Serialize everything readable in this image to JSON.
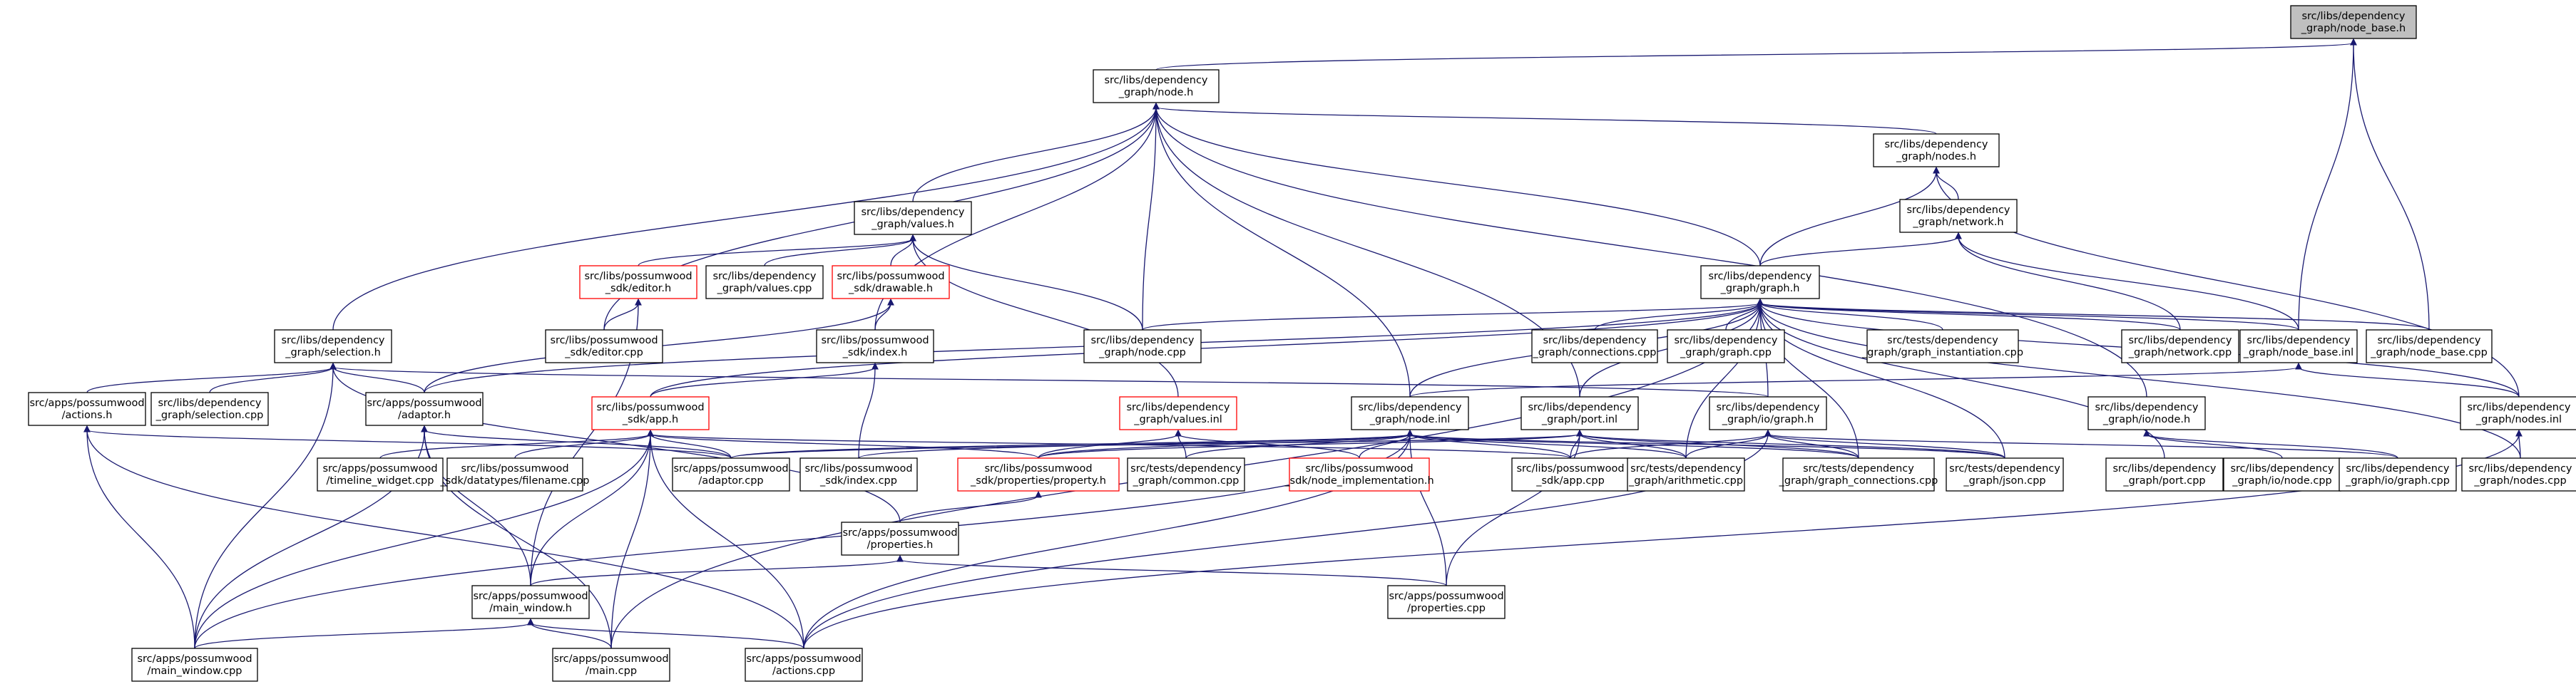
{
  "diagram": {
    "type": "include-dependency-graph",
    "nodes": [
      {
        "id": "node_base_h",
        "lines": [
          "src/libs/dependency",
          "_graph/node_base.h"
        ],
        "root": true
      },
      {
        "id": "node_h",
        "lines": [
          "src/libs/dependency",
          "_graph/node.h"
        ]
      },
      {
        "id": "nodes_h",
        "lines": [
          "src/libs/dependency",
          "_graph/nodes.h"
        ]
      },
      {
        "id": "network_h",
        "lines": [
          "src/libs/dependency",
          "_graph/network.h"
        ]
      },
      {
        "id": "values_h",
        "lines": [
          "src/libs/dependency",
          "_graph/values.h"
        ]
      },
      {
        "id": "graph_h",
        "lines": [
          "src/libs/dependency",
          "_graph/graph.h"
        ]
      },
      {
        "id": "sdk_editor_h",
        "lines": [
          "src/libs/possumwood",
          "_sdk/editor.h"
        ],
        "truncated": true
      },
      {
        "id": "values_cpp",
        "lines": [
          "src/libs/dependency",
          "_graph/values.cpp"
        ]
      },
      {
        "id": "sdk_drawable_h",
        "lines": [
          "src/libs/possumwood",
          "_sdk/drawable.h"
        ],
        "truncated": true
      },
      {
        "id": "selection_h",
        "lines": [
          "src/libs/dependency",
          "_graph/selection.h"
        ]
      },
      {
        "id": "sdk_editor_cpp",
        "lines": [
          "src/libs/possumwood",
          "_sdk/editor.cpp"
        ]
      },
      {
        "id": "sdk_index_h",
        "lines": [
          "src/libs/possumwood",
          "_sdk/index.h"
        ]
      },
      {
        "id": "node_cpp",
        "lines": [
          "src/libs/dependency",
          "_graph/node.cpp"
        ]
      },
      {
        "id": "connections_cpp",
        "lines": [
          "src/libs/dependency",
          "_graph/connections.cpp"
        ]
      },
      {
        "id": "graph_cpp",
        "lines": [
          "src/libs/dependency",
          "_graph/graph.cpp"
        ]
      },
      {
        "id": "graph_instantiation_cpp",
        "lines": [
          "src/tests/dependency",
          "_graph/graph_instantiation.cpp"
        ]
      },
      {
        "id": "network_cpp",
        "lines": [
          "src/libs/dependency",
          "_graph/network.cpp"
        ]
      },
      {
        "id": "node_base_inl",
        "lines": [
          "src/libs/dependency",
          "_graph/node_base.inl"
        ]
      },
      {
        "id": "node_base_cpp",
        "lines": [
          "src/libs/dependency",
          "_graph/node_base.cpp"
        ]
      },
      {
        "id": "actions_h",
        "lines": [
          "src/apps/possumwood",
          "/actions.h"
        ]
      },
      {
        "id": "selection_cpp",
        "lines": [
          "src/libs/dependency",
          "_graph/selection.cpp"
        ]
      },
      {
        "id": "adaptor_h",
        "lines": [
          "src/apps/possumwood",
          "/adaptor.h"
        ]
      },
      {
        "id": "sdk_app_h",
        "lines": [
          "src/libs/possumwood",
          "_sdk/app.h"
        ],
        "truncated": true
      },
      {
        "id": "values_inl",
        "lines": [
          "src/libs/dependency",
          "_graph/values.inl"
        ],
        "truncated": true
      },
      {
        "id": "node_inl",
        "lines": [
          "src/libs/dependency",
          "_graph/node.inl"
        ]
      },
      {
        "id": "port_inl",
        "lines": [
          "src/libs/dependency",
          "_graph/port.inl"
        ]
      },
      {
        "id": "io_graph_h",
        "lines": [
          "src/libs/dependency",
          "_graph/io/graph.h"
        ]
      },
      {
        "id": "io_node_h",
        "lines": [
          "src/libs/dependency",
          "_graph/io/node.h"
        ]
      },
      {
        "id": "nodes_inl",
        "lines": [
          "src/libs/dependency",
          "_graph/nodes.inl"
        ]
      },
      {
        "id": "timeline_widget_cpp",
        "lines": [
          "src/apps/possumwood",
          "/timeline_widget.cpp"
        ]
      },
      {
        "id": "filename_cpp",
        "lines": [
          "src/libs/possumwood",
          "_sdk/datatypes/filename.cpp"
        ]
      },
      {
        "id": "adaptor_cpp",
        "lines": [
          "src/apps/possumwood",
          "/adaptor.cpp"
        ]
      },
      {
        "id": "sdk_index_cpp",
        "lines": [
          "src/libs/possumwood",
          "_sdk/index.cpp"
        ]
      },
      {
        "id": "property_h",
        "lines": [
          "src/libs/possumwood",
          "_sdk/properties/property.h"
        ],
        "truncated": true
      },
      {
        "id": "tests_common_cpp",
        "lines": [
          "src/tests/dependency",
          "_graph/common.cpp"
        ]
      },
      {
        "id": "node_implementation_h",
        "lines": [
          "src/libs/possumwood",
          "_sdk/node_implementation.h"
        ],
        "truncated": true
      },
      {
        "id": "sdk_app_cpp",
        "lines": [
          "src/libs/possumwood",
          "_sdk/app.cpp"
        ]
      },
      {
        "id": "arithmetic_cpp",
        "lines": [
          "src/tests/dependency",
          "_graph/arithmetic.cpp"
        ]
      },
      {
        "id": "graph_connections_cpp",
        "lines": [
          "src/tests/dependency",
          "_graph/graph_connections.cpp"
        ]
      },
      {
        "id": "json_cpp",
        "lines": [
          "src/tests/dependency",
          "_graph/json.cpp"
        ]
      },
      {
        "id": "port_cpp",
        "lines": [
          "src/libs/dependency",
          "_graph/port.cpp"
        ]
      },
      {
        "id": "io_node_cpp",
        "lines": [
          "src/libs/dependency",
          "_graph/io/node.cpp"
        ]
      },
      {
        "id": "io_graph_cpp",
        "lines": [
          "src/libs/dependency",
          "_graph/io/graph.cpp"
        ]
      },
      {
        "id": "nodes_cpp",
        "lines": [
          "src/libs/dependency",
          "_graph/nodes.cpp"
        ]
      },
      {
        "id": "properties_h",
        "lines": [
          "src/apps/possumwood",
          "/properties.h"
        ]
      },
      {
        "id": "main_window_h",
        "lines": [
          "src/apps/possumwood",
          "/main_window.h"
        ]
      },
      {
        "id": "properties_cpp",
        "lines": [
          "src/apps/possumwood",
          "/properties.cpp"
        ]
      },
      {
        "id": "main_window_cpp",
        "lines": [
          "src/apps/possumwood",
          "/main_window.cpp"
        ]
      },
      {
        "id": "main_cpp",
        "lines": [
          "src/apps/possumwood",
          "/main.cpp"
        ]
      },
      {
        "id": "actions_cpp",
        "lines": [
          "src/apps/possumwood",
          "/actions.cpp"
        ]
      }
    ],
    "edges": [
      [
        "node_base_h",
        "node_h"
      ],
      [
        "node_base_h",
        "node_base_inl"
      ],
      [
        "node_base_h",
        "node_base_cpp"
      ],
      [
        "node_h",
        "nodes_h"
      ],
      [
        "node_h",
        "values_h"
      ],
      [
        "node_h",
        "graph_h"
      ],
      [
        "node_h",
        "selection_h"
      ],
      [
        "node_h",
        "sdk_editor_cpp"
      ],
      [
        "node_h",
        "sdk_index_h"
      ],
      [
        "node_h",
        "node_cpp"
      ],
      [
        "node_h",
        "node_inl"
      ],
      [
        "node_h",
        "port_inl"
      ],
      [
        "node_h",
        "io_node_h"
      ],
      [
        "nodes_h",
        "network_h"
      ],
      [
        "nodes_h",
        "graph_h"
      ],
      [
        "nodes_h",
        "nodes_inl"
      ],
      [
        "network_h",
        "graph_h"
      ],
      [
        "network_h",
        "network_cpp"
      ],
      [
        "network_h",
        "node_base_inl"
      ],
      [
        "values_h",
        "sdk_editor_h"
      ],
      [
        "values_h",
        "values_cpp"
      ],
      [
        "values_h",
        "sdk_drawable_h"
      ],
      [
        "values_h",
        "node_cpp"
      ],
      [
        "values_h",
        "values_inl"
      ],
      [
        "sdk_editor_h",
        "sdk_editor_cpp"
      ],
      [
        "sdk_editor_h",
        "main_window_h"
      ],
      [
        "sdk_drawable_h",
        "sdk_index_h"
      ],
      [
        "sdk_drawable_h",
        "adaptor_h"
      ],
      [
        "sdk_index_h",
        "sdk_app_h"
      ],
      [
        "sdk_index_h",
        "sdk_index_cpp"
      ],
      [
        "selection_h",
        "actions_h"
      ],
      [
        "selection_h",
        "selection_cpp"
      ],
      [
        "selection_h",
        "adaptor_h"
      ],
      [
        "selection_h",
        "io_graph_h"
      ],
      [
        "selection_h",
        "main_window_cpp"
      ],
      [
        "selection_h",
        "properties_h"
      ],
      [
        "graph_h",
        "node_cpp"
      ],
      [
        "graph_h",
        "connections_cpp"
      ],
      [
        "graph_h",
        "graph_cpp"
      ],
      [
        "graph_h",
        "graph_instantiation_cpp"
      ],
      [
        "graph_h",
        "network_cpp"
      ],
      [
        "graph_h",
        "node_base_inl"
      ],
      [
        "graph_h",
        "node_base_cpp"
      ],
      [
        "graph_h",
        "adaptor_h"
      ],
      [
        "graph_h",
        "sdk_app_h"
      ],
      [
        "graph_h",
        "node_inl"
      ],
      [
        "graph_h",
        "port_inl"
      ],
      [
        "graph_h",
        "io_graph_h"
      ],
      [
        "graph_h",
        "nodes_inl"
      ],
      [
        "graph_h",
        "arithmetic_cpp"
      ],
      [
        "graph_h",
        "graph_connections_cpp"
      ],
      [
        "graph_h",
        "json_cpp"
      ],
      [
        "graph_h",
        "port_cpp"
      ],
      [
        "graph_h",
        "nodes_cpp"
      ],
      [
        "graph_h",
        "main_cpp"
      ],
      [
        "node_base_inl",
        "node_inl"
      ],
      [
        "node_base_inl",
        "nodes_inl"
      ],
      [
        "actions_h",
        "adaptor_cpp"
      ],
      [
        "actions_h",
        "main_window_cpp"
      ],
      [
        "actions_h",
        "actions_cpp"
      ],
      [
        "adaptor_h",
        "adaptor_cpp"
      ],
      [
        "adaptor_h",
        "main_window_h"
      ],
      [
        "adaptor_h",
        "main_cpp"
      ],
      [
        "adaptor_h",
        "main_window_cpp"
      ],
      [
        "sdk_app_h",
        "timeline_widget_cpp"
      ],
      [
        "sdk_app_h",
        "filename_cpp"
      ],
      [
        "sdk_app_h",
        "adaptor_cpp"
      ],
      [
        "sdk_app_h",
        "property_h"
      ],
      [
        "sdk_app_h",
        "sdk_app_cpp"
      ],
      [
        "sdk_app_h",
        "main_window_h"
      ],
      [
        "sdk_app_h",
        "main_cpp"
      ],
      [
        "sdk_app_h",
        "actions_cpp"
      ],
      [
        "sdk_app_h",
        "main_window_cpp"
      ],
      [
        "values_inl",
        "tests_common_cpp"
      ],
      [
        "values_inl",
        "node_implementation_h"
      ],
      [
        "values_inl",
        "property_h"
      ],
      [
        "node_inl",
        "adaptor_cpp"
      ],
      [
        "node_inl",
        "sdk_index_cpp"
      ],
      [
        "node_inl",
        "property_h"
      ],
      [
        "node_inl",
        "tests_common_cpp"
      ],
      [
        "node_inl",
        "node_implementation_h"
      ],
      [
        "node_inl",
        "sdk_app_cpp"
      ],
      [
        "node_inl",
        "arithmetic_cpp"
      ],
      [
        "node_inl",
        "graph_connections_cpp"
      ],
      [
        "node_inl",
        "json_cpp"
      ],
      [
        "node_inl",
        "properties_cpp"
      ],
      [
        "node_inl",
        "main_window_cpp"
      ],
      [
        "node_inl",
        "actions_cpp"
      ],
      [
        "port_inl",
        "adaptor_cpp"
      ],
      [
        "port_inl",
        "property_h"
      ],
      [
        "port_inl",
        "sdk_app_cpp"
      ],
      [
        "port_inl",
        "arithmetic_cpp"
      ],
      [
        "port_inl",
        "json_cpp"
      ],
      [
        "port_inl",
        "graph_connections_cpp"
      ],
      [
        "port_inl",
        "properties_cpp"
      ],
      [
        "io_graph_h",
        "sdk_app_cpp"
      ],
      [
        "io_graph_h",
        "arithmetic_cpp"
      ],
      [
        "io_graph_h",
        "json_cpp"
      ],
      [
        "io_graph_h",
        "io_graph_cpp"
      ],
      [
        "io_graph_h",
        "graph_connections_cpp"
      ],
      [
        "io_graph_h",
        "actions_cpp"
      ],
      [
        "io_node_h",
        "io_node_cpp"
      ],
      [
        "io_node_h",
        "io_graph_cpp"
      ],
      [
        "nodes_inl",
        "nodes_cpp"
      ],
      [
        "nodes_inl",
        "actions_cpp"
      ],
      [
        "property_h",
        "properties_h"
      ],
      [
        "properties_h",
        "main_window_h"
      ],
      [
        "properties_h",
        "properties_cpp"
      ],
      [
        "main_window_h",
        "main_window_cpp"
      ],
      [
        "main_window_h",
        "main_cpp"
      ],
      [
        "main_window_h",
        "actions_cpp"
      ]
    ]
  }
}
